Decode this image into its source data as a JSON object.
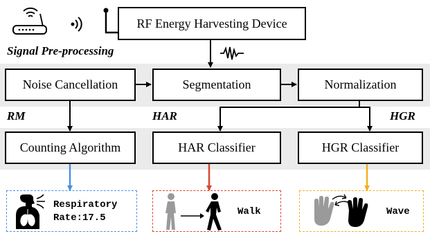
{
  "device": {
    "label": "RF Energy Harvesting Device"
  },
  "stages": {
    "preprocessing_label": "Signal Pre-processing",
    "noise": "Noise Cancellation",
    "segmentation": "Segmentation",
    "normalization": "Normalization"
  },
  "tasks": {
    "rm": {
      "tag": "RM",
      "processor": "Counting Algorithm",
      "output_line1": "Respiratory",
      "output_line2": "Rate:17.5",
      "color": "#4a90e2"
    },
    "har": {
      "tag": "HAR",
      "processor": "HAR Classifier",
      "output": "Walk",
      "color": "#d9472b"
    },
    "hgr": {
      "tag": "HGR",
      "processor": "HGR Classifier",
      "output": "Wave",
      "color": "#f0b020"
    }
  },
  "icons": [
    "router-icon",
    "wireless-signal-icon",
    "antenna-icon",
    "waveform-icon",
    "lungs-person-icon",
    "walking-person-icon",
    "waving-hands-icon"
  ]
}
